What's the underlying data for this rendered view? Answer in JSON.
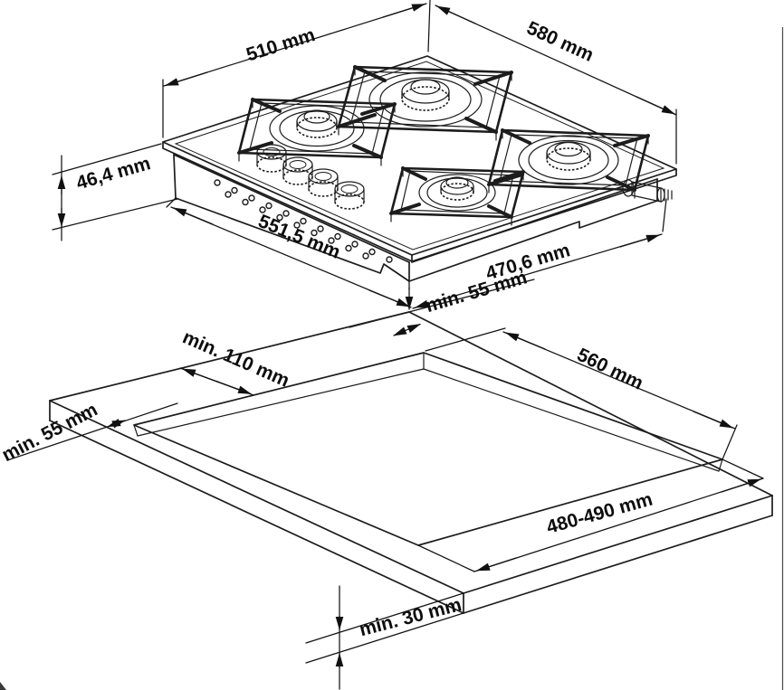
{
  "figure": {
    "kind": "appliance installation technical drawing",
    "subject": "4-burner gas hob and worktop cut-out dimensions",
    "unit": "mm",
    "line_color": "#1c1c1c",
    "background_color": "#ffffff"
  },
  "hob": {
    "dim_top_left": "510 mm",
    "dim_top_right": "580 mm",
    "dim_height": "46,4 mm",
    "dim_bottom_left": "551,5 mm",
    "dim_bottom_right": "470,6 mm",
    "dim_rear_clearance": "min. 55 mm"
  },
  "cutout": {
    "dim_side_clearance": "min. 110 mm",
    "dim_width": "560 mm",
    "dim_depth": "480-490 mm",
    "dim_thickness": "min. 30 mm",
    "dim_front_clearance": "min. 55 mm"
  }
}
